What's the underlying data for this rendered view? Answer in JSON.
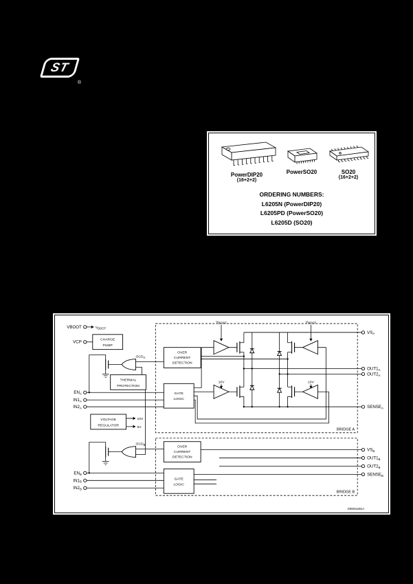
{
  "logo": {
    "text": "ST",
    "registered": "®"
  },
  "package_box": {
    "packages": [
      {
        "name": "PowerDIP20",
        "sub": "(16+2+2)"
      },
      {
        "name": "PowerSO20",
        "sub": ""
      },
      {
        "name": "SO20",
        "sub": "(16+2+2)"
      }
    ],
    "ordering": {
      "title": "ORDERING NUMBERS:",
      "items": [
        "L6205N (PowerDIP20)",
        "L6205PD (PowerSO20)",
        "L6205D (SO20)"
      ]
    }
  },
  "diagram": {
    "left_pins": [
      {
        "base": "VBOOT",
        "sub": ""
      },
      {
        "base": "VCP",
        "sub": ""
      },
      {
        "base": "EN",
        "sub": "A"
      },
      {
        "base": "IN1",
        "sub": "A"
      },
      {
        "base": "IN2",
        "sub": "A"
      },
      {
        "base": "EN",
        "sub": "B"
      },
      {
        "base": "IN1",
        "sub": "B"
      },
      {
        "base": "IN2",
        "sub": "B"
      }
    ],
    "right_pins": [
      {
        "base": "VS",
        "sub": "A"
      },
      {
        "base": "OUT1",
        "sub": "A"
      },
      {
        "base": "OUT2",
        "sub": "A"
      },
      {
        "base": "SENSE",
        "sub": "A"
      },
      {
        "base": "VS",
        "sub": "B"
      },
      {
        "base": "OUT1",
        "sub": "B"
      },
      {
        "base": "OUT2",
        "sub": "B"
      },
      {
        "base": "SENSE",
        "sub": "B"
      }
    ],
    "blocks": {
      "charge_pump": [
        "CHARGE",
        "PUMP"
      ],
      "thermal": [
        "THERMAL",
        "PROTECTION"
      ],
      "vreg": [
        "VOLTAGE",
        "REGULATOR"
      ],
      "ocd_a": [
        "OVER",
        "CURRENT",
        "DETECTION"
      ],
      "ocd_b": [
        "OVER",
        "CURRENT",
        "DETECTION"
      ],
      "gate_logic_a": [
        "GATE",
        "LOGIC"
      ],
      "gate_logic_b": [
        "GATE",
        "LOGIC"
      ]
    },
    "labels": {
      "vboot_arrow": {
        "base": "V",
        "sub": "BOOT"
      },
      "vboot_1": {
        "base": "V",
        "sub": "BOOT"
      },
      "vboot_2": {
        "base": "V",
        "sub": "BOOT"
      },
      "v10_1": "10V",
      "v10_2": "10V",
      "reg_10": "10V",
      "reg_5": "5V",
      "ocd_a": {
        "base": "OCD",
        "sub": "A"
      },
      "ocd_b": {
        "base": "OCD",
        "sub": "B"
      },
      "bridge_a": "BRIDGE A",
      "bridge_b": "BRIDGE B",
      "doc_id": "D99IN1081A"
    }
  }
}
